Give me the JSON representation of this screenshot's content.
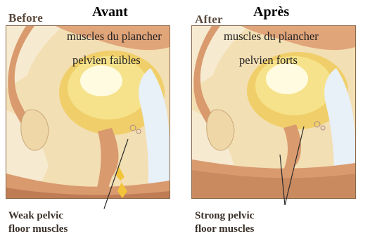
{
  "before": {
    "label_en": "Before",
    "label_fr_title": "Avant",
    "label_fr_line1": "muscles du plancher",
    "label_fr_line2": "pelvien faibles",
    "caption_line1": "Weak pelvic",
    "caption_line2": "floor muscles"
  },
  "after": {
    "label_en": "After",
    "label_fr_title": "Après",
    "label_fr_line1": "muscles du plancher",
    "label_fr_line2": "pelvien forts",
    "caption_line1": "Strong pelvic",
    "caption_line2": "floor muscles"
  },
  "colors": {
    "background_tissue": "#f3dfb4",
    "bone": "#f6ead0",
    "muscle": "#d99a6e",
    "bladder": "#f5e27a",
    "bladder_highlight": "#fffbe0",
    "rectum": "#e8f0f8",
    "frame": "#8a6a4a",
    "leak": "#f2c43a"
  }
}
